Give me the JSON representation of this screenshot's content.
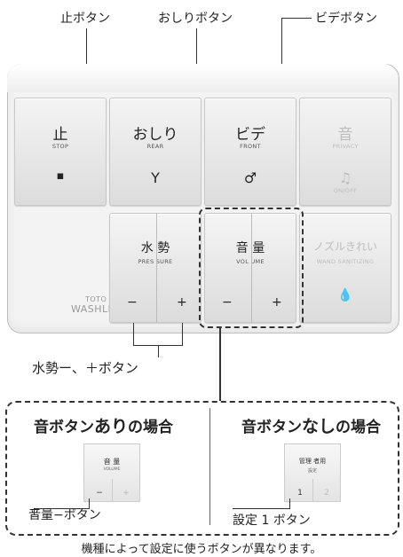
{
  "callouts": {
    "stop": "止ボタン",
    "oshiri": "おしりボタン",
    "bidet": "ビデボタン",
    "pressure": "水勢ー、＋ボタン"
  },
  "buttons": {
    "stop": {
      "jp": "止",
      "en": "STOP",
      "glyph": "▪"
    },
    "rear": {
      "jp": "おしり",
      "en": "REAR",
      "glyph": "Y"
    },
    "front": {
      "jp": "ビデ",
      "en": "FRONT",
      "glyph": "♂"
    },
    "privacy": {
      "jp": "音",
      "en": "PRIVACY",
      "glyph": "♫",
      "sub": "ON/OFF"
    },
    "pressure": {
      "jp": "水 勢",
      "en": "PRES SURE",
      "minus": "−",
      "plus": "+"
    },
    "volume": {
      "jp": "音 量",
      "en": "VOL UME",
      "minus": "−",
      "plus": "+"
    },
    "nozzle": {
      "jp": "ノズルきれい",
      "en": "WAND SANITIZING",
      "glyph": "💧"
    }
  },
  "logo": {
    "line1": "TOTO",
    "line2": "WASHLET"
  },
  "variants": {
    "with_sound": {
      "heading_pre": "音ボタン",
      "heading_bold": "あり",
      "heading_post": "の場合",
      "mini_jp": "音 量",
      "mini_en": "VOLUME",
      "mini_left": "−",
      "mini_right": "+",
      "callout": "音量−ボタン"
    },
    "without_sound": {
      "heading_pre": "音ボタン",
      "heading_bold": "なし",
      "heading_post": "の場合",
      "mini_jp": "管理 者用",
      "mini_en": "設定",
      "mini_left": "1",
      "mini_right": "2",
      "callout": "設定 1 ボタン"
    }
  },
  "footnote": "機種によって設定に使うボタンが異なります。"
}
